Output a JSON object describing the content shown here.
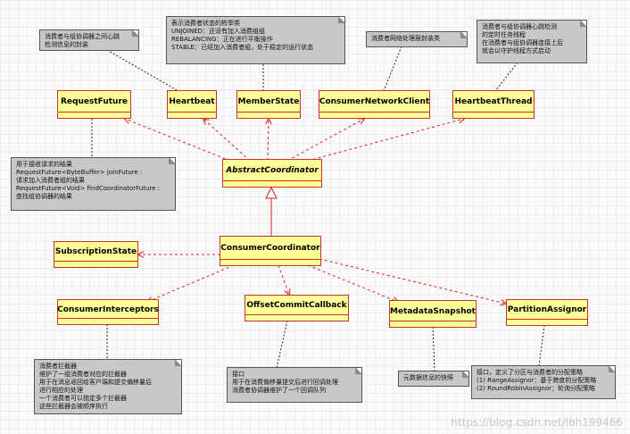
{
  "classes": {
    "request_future": "RequestFuture",
    "heartbeat": "Heartbeat",
    "member_state": "MemberState",
    "consumer_network_client": "ConsumerNetworkClient",
    "heartbeat_thread": "HeartbeatThread",
    "abstract_coordinator": "AbstractCoordinator",
    "consumer_coordinator": "ConsumerCoordinator",
    "subscription_state": "SubscriptionState",
    "consumer_interceptors": "ConsumerInterceptors",
    "offset_commit_callback": "OffsetCommitCallback",
    "metadata_snapshot": "MetadataSnapshot",
    "partition_assignor": "PartitionAssignor"
  },
  "notes": {
    "heartbeat_note": "消费者与组协调器之间心跳\n检测信息的封装",
    "member_state_note": "表示消费者状态的枚举类\nUNJOINED：还没有加入消费组组\nREBALANCING：正在进行平衡操作\nSTABLE：已经加入消费者组，处于稳定的运行状态",
    "network_client_note": "消费者网络处理层封装类",
    "heartbeat_thread_note": "消费者与组协调器心跳检测\n的定时任务线程\n在消费者与组协调器连接上后\n就会以守护线程方式启动",
    "request_future_note": "用于接收请求的结果\nRequestFuture<ByteBuffer> joinFuture :\n请求加入消费者组的结果\nRequestFuture<Void> findCoordinatorFuture :\n查找组协调器的结果",
    "interceptors_note": "消费者拦截器\n维护了一组消费者对应的拦截器\n用于在消息返回给客户端和提交偏移量后\n进行相应的处理\n一个消费者可以指定多个拦截器\n这些拦截器会被顺序执行",
    "commit_callback_note": "接口\n用于在消费偏移量提交后进行回调处理\n消费者协调器维护了一个回调队列",
    "metadata_note": "元数据信息的快照",
    "assignor_note": "接口，定义了分区与消费者的分配策略\n(1) RangeAssignor：基于跨度的分配策略\n(2) RoundRobinAssignor：轮询分配策略"
  },
  "watermark": "https://blog.csdn.net/lbh199466",
  "colors": {
    "class_fill": "#ffff99",
    "class_border": "#c0392b",
    "relation_line": "#e02020",
    "note_fill": "#c8c8c8"
  }
}
